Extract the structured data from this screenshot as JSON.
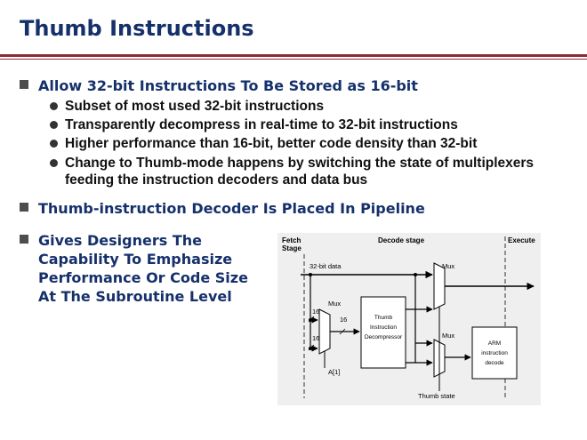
{
  "title": "Thumb Instructions",
  "bullets": [
    {
      "text": "Allow 32-bit Instructions To Be Stored as 16-bit",
      "sub": [
        "Subset of most used 32-bit instructions",
        "Transparently decompress in real-time to 32-bit instructions",
        "Higher performance than 16-bit, better code density than 32-bit",
        "Change to Thumb-mode happens by switching the state of multiplexers",
        "feeding the instruction decoders and data bus"
      ]
    },
    {
      "text": "Thumb-instruction Decoder Is Placed In Pipeline"
    },
    {
      "lines": [
        "Gives Designers The",
        "Capability To Emphasize",
        "Performance Or Code Size",
        "At The Subroutine Level"
      ]
    }
  ],
  "diagram": {
    "fetch_stage": [
      "Fetch",
      "Stage"
    ],
    "decode_stage": "Decode stage",
    "execute": "Execute",
    "data_label": "32-bit data",
    "mux_labels": [
      "Mux",
      "Mux",
      "Mux"
    ],
    "width_labels": [
      "16",
      "16",
      "16"
    ],
    "select_label": "A[1]",
    "decompressor": [
      "Thumb",
      "Instruction",
      "Decompressor"
    ],
    "arm_decode": [
      "ARM",
      "instruction",
      "decode"
    ],
    "thumb_state": "Thumb state"
  }
}
